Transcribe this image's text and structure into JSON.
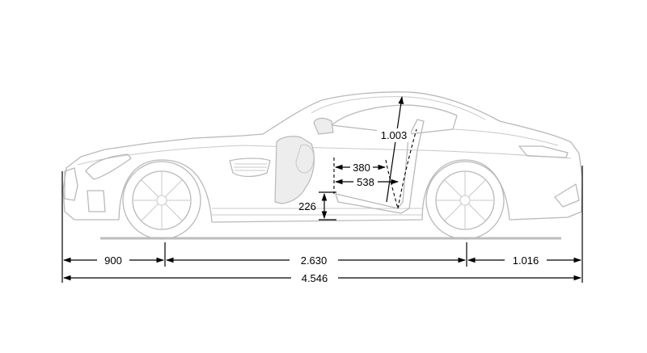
{
  "dimensions": {
    "front_overhang": "900",
    "wheelbase": "2.630",
    "rear_overhang": "1.016",
    "overall_length": "4.546",
    "headroom": "1.003",
    "seat_position_short": "380",
    "seat_position_long": "538",
    "seat_height": "226"
  },
  "colors": {
    "linework": "#b9b9b9",
    "dimension_lines": "#000000",
    "ground": "#bdbdbd",
    "background": "#ffffff"
  }
}
